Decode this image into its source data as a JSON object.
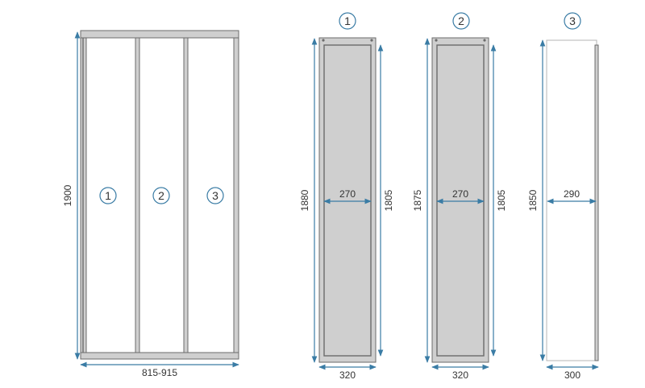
{
  "colors": {
    "dimension": "#3a7ca5",
    "frame": "#6b6b6b",
    "frame_fill": "#cfcfcf"
  },
  "assembly": {
    "height_label": "1900",
    "width_label": "815-915",
    "panel_numbers": [
      "1",
      "2",
      "3"
    ]
  },
  "panels": [
    {
      "number": "1",
      "outer_height": "1880",
      "inner_height": "1805",
      "inner_width": "270",
      "outer_width": "320"
    },
    {
      "number": "2",
      "outer_height": "1875",
      "inner_height": "1805",
      "inner_width": "270",
      "outer_width": "320"
    },
    {
      "number": "3",
      "outer_height": "1850",
      "inner_width": "290",
      "outer_width": "300"
    }
  ]
}
